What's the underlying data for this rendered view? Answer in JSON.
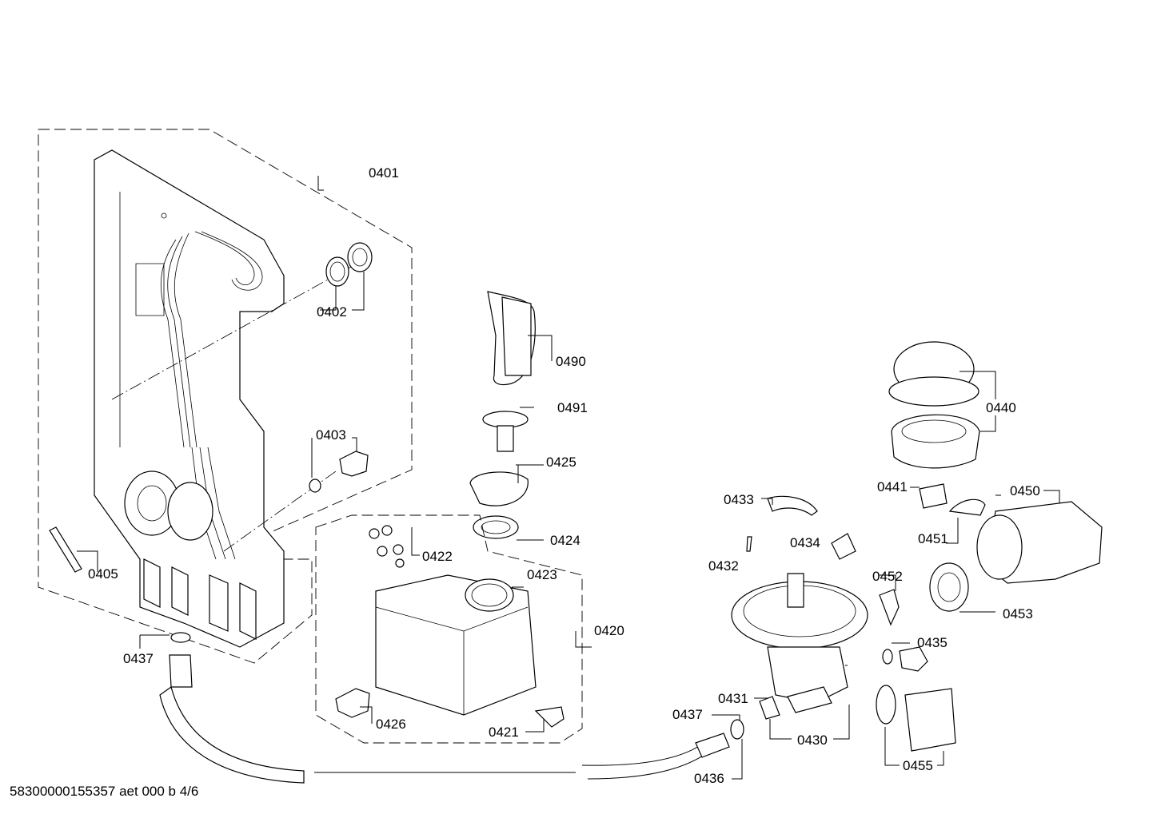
{
  "diagram": {
    "part_labels": {
      "p0401": "0401",
      "p0402": "0402",
      "p0403": "0403",
      "p0405": "0405",
      "p0437a": "0437",
      "p0490": "0490",
      "p0491": "0491",
      "p0425": "0425",
      "p0424": "0424",
      "p0422": "0422",
      "p0423": "0423",
      "p0420": "0420",
      "p0426": "0426",
      "p0421": "0421",
      "p0433": "0433",
      "p0434": "0434",
      "p0432": "0432",
      "p0452": "0452",
      "p0435": "0435",
      "p0431": "0431",
      "p0437b": "0437",
      "p0430": "0430",
      "p0436": "0436",
      "p0455": "0455",
      "p0440": "0440",
      "p0441": "0441",
      "p0450": "0450",
      "p0451": "0451",
      "p0453": "0453"
    },
    "footer_code": "58300000155357 aet 000 b 4/6"
  }
}
